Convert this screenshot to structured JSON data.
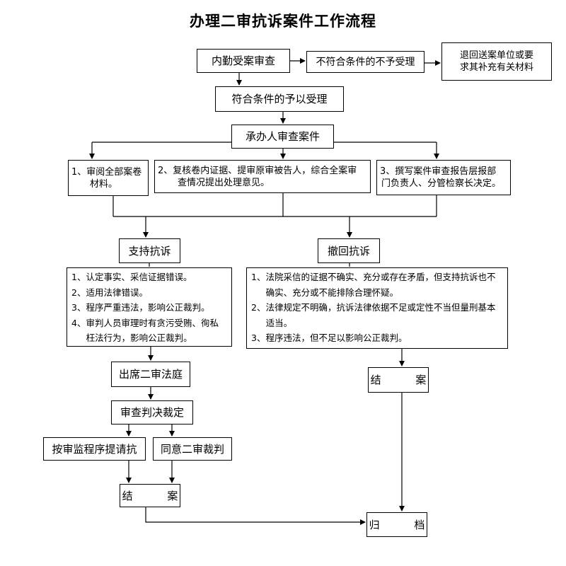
{
  "title": "办理二审抗诉案件工作流程",
  "nodes": {
    "review": "内勤受案审查",
    "reject": "不符合条件的不予受理",
    "return_line1": "退回送案单位或要",
    "return_line2": "求其补充有关材料",
    "accept": "符合条件的予以受理",
    "handler": "承办人审查案件",
    "step1_line1": "1、审阅全部案卷",
    "step1_line2": "材料。",
    "step2_line1": "2、复核卷内证据、提审原审被告人，综合全案审",
    "step2_line2": "查情况提出处理意见。",
    "step3_line1": "3、撰写案件审查报告层报部",
    "step3_line2": "门负责人、分管检察长决定。",
    "support": "支持抗诉",
    "withdraw": "撤回抗诉",
    "court": "出席二审法庭",
    "judgment": "审查判决裁定",
    "protest": "按审监程序提请抗",
    "agree": "同意二审裁判",
    "close_left": "结 案",
    "close_right": "结 案",
    "archive": "归 档"
  },
  "support_reasons": [
    "1、认定事实、采信证据错误。",
    "2、适用法律错误。",
    "3、程序严重违法，影响公正裁判。",
    "4、审判人员审理时有贪污受贿、徇私枉法行为，影响公正裁判。"
  ],
  "withdraw_reasons": [
    "1、法院采信的证据不确实、充分或存在矛盾，但支持抗诉也不确实、充分或不能排除合理怀疑。",
    "2、法律规定不明确，抗诉法律依据不足或定性不当但量刑基本适当。",
    "3、程序违法，但不足以影响公正裁判。"
  ]
}
